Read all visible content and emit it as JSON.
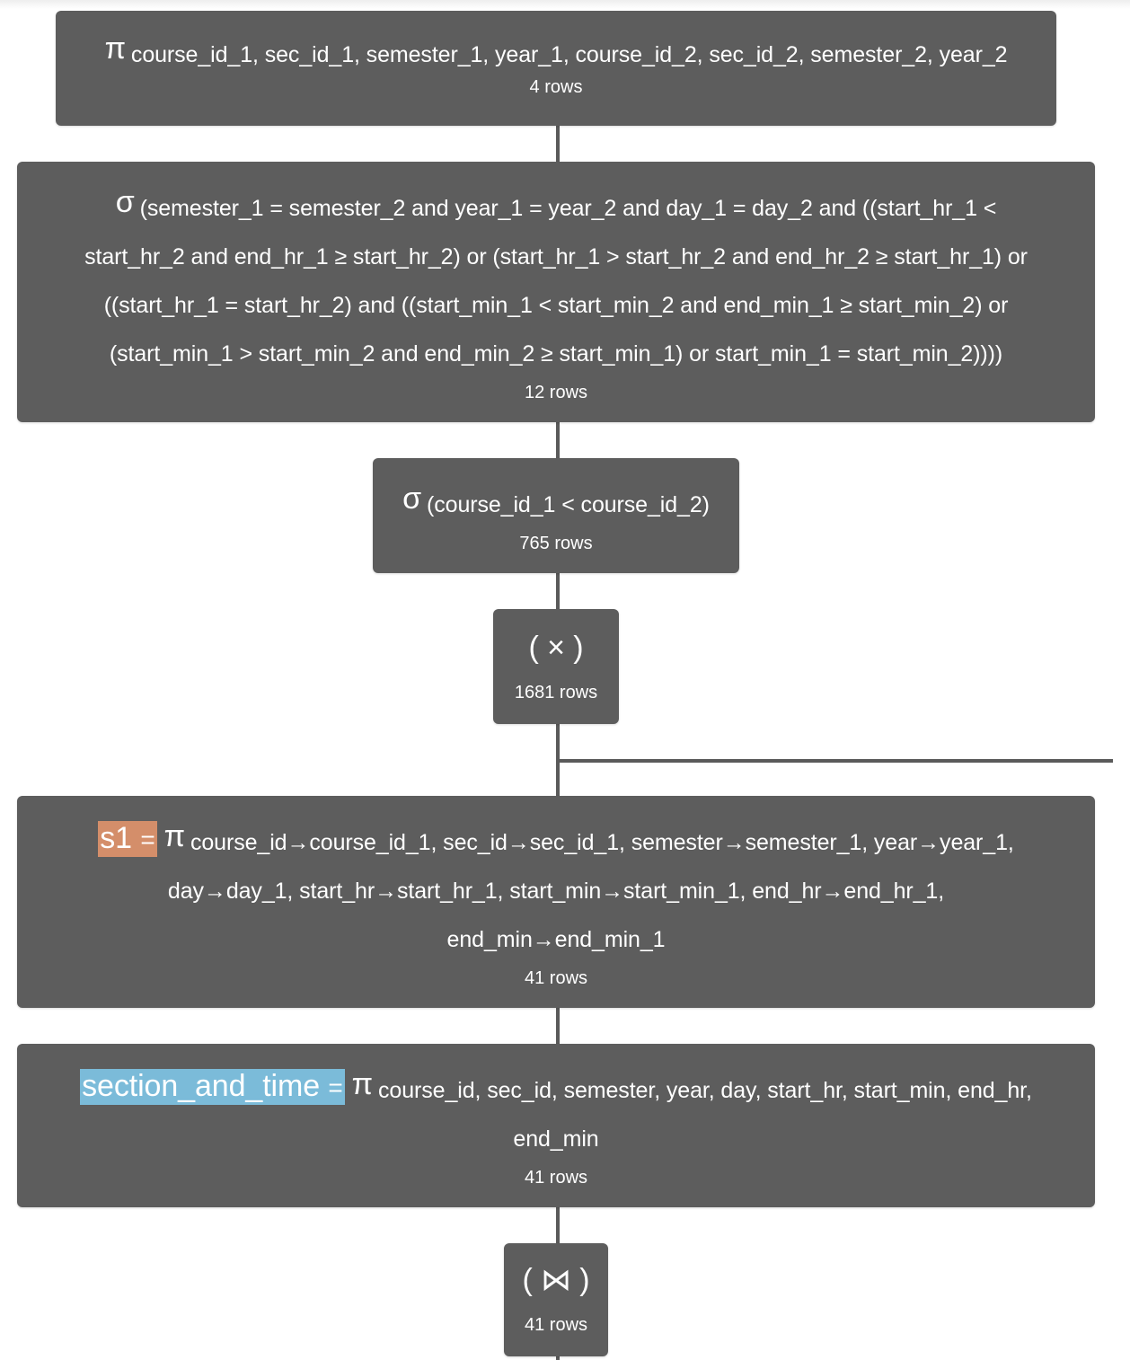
{
  "nodes": {
    "projection_final": {
      "operator": "π",
      "text": "course_id_1, sec_id_1, semester_1, year_1, course_id_2, sec_id_2, semester_2, year_2",
      "rows": "4 rows"
    },
    "selection_overlap": {
      "operator": "σ",
      "line1": "(semester_1 = semester_2 and year_1 = year_2 and day_1 = day_2 and ((start_hr_1 <",
      "line2": "start_hr_2 and end_hr_1 ≥ start_hr_2) or (start_hr_1 > start_hr_2 and end_hr_2 ≥ start_hr_1) or",
      "line3": "((start_hr_1 = start_hr_2) and ((start_min_1 < start_min_2 and end_min_1 ≥ start_min_2) or",
      "line4": "(start_min_1 > start_min_2 and end_min_2 ≥ start_min_1) or start_min_1 = start_min_2))))",
      "rows": "12 rows"
    },
    "selection_course": {
      "operator": "σ",
      "text": "(course_id_1 < course_id_2)",
      "rows": "765 rows"
    },
    "cross_product": {
      "operator": "( × )",
      "rows": "1681 rows"
    },
    "s1_projection": {
      "name": "s1",
      "eq": "=",
      "operator": "π",
      "line1": "course_id→course_id_1, sec_id→sec_id_1, semester→semester_1, year→year_1,",
      "line2": "day→day_1, start_hr→start_hr_1, start_min→start_min_1, end_hr→end_hr_1,",
      "line3": "end_min→end_min_1",
      "rows": "41 rows"
    },
    "section_and_time": {
      "name": "section_and_time",
      "eq": "=",
      "operator": "π",
      "line1": "course_id, sec_id, semester, year, day, start_hr, start_min, end_hr,",
      "line2": "end_min",
      "rows": "41 rows"
    },
    "natural_join": {
      "operator": "( ⋈ )",
      "rows": "41 rows"
    }
  },
  "colors": {
    "node_bg": "#5d5d5d",
    "edge": "#5a5a5a",
    "s1_tag": "#d48e6a",
    "section_tag": "#7bbbd9"
  }
}
